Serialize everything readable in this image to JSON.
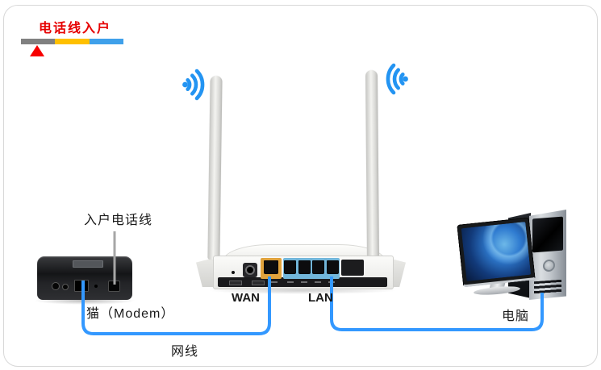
{
  "page": {
    "background": "#ffffff",
    "border_color": "#d8d8d8"
  },
  "legend": {
    "title": "电话线入户",
    "title_color": "#e60000",
    "marker_color": "#f70000",
    "segments": [
      {
        "name": "telephone-line-segment",
        "color": "#808080"
      },
      {
        "name": "wan-cable-segment",
        "color": "#ffc000"
      },
      {
        "name": "lan-cable-segment",
        "color": "#3fa0ea"
      }
    ]
  },
  "labels": {
    "incoming_phone_line": "入户电话线",
    "modem": "猫（Modem）",
    "wan": "WAN",
    "lan": "LAN",
    "network_cable": "网线",
    "computer": "电脑"
  },
  "colors": {
    "cable_blue": "#3398ff",
    "phone_line_gray": "#a6a6a6",
    "wifi_blue": "#2394f2",
    "wan_port_bg": "#e0a23c",
    "lan_port_bg": "#72b6da"
  }
}
